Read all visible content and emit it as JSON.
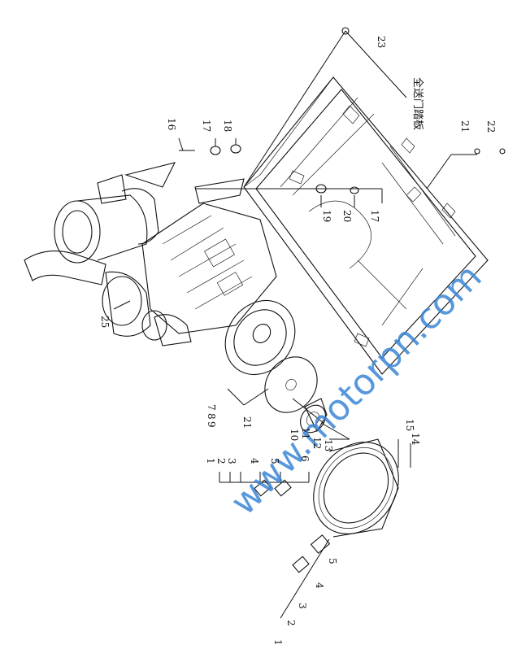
{
  "watermark": "www.motorpn.com",
  "note": "全送门踏板",
  "callouts": {
    "c1a": "1",
    "c2a": "2",
    "c3a": "3",
    "c4a": "4",
    "c5a": "5",
    "c6": "6",
    "c7": "7",
    "c8": "8",
    "c9": "9",
    "c10": "10",
    "c11": "11",
    "c12": "12",
    "c13": "13",
    "c14": "14",
    "c15": "15",
    "c16": "16",
    "c17": "17",
    "c18": "18",
    "c19": "19",
    "c20": "20",
    "c21a": "21",
    "c21b": "21",
    "c22": "22",
    "c23": "23",
    "c25": "25",
    "c1b": "1",
    "c2b": "2",
    "c3b": "3",
    "c4b": "4",
    "c5b": "5",
    "c17b": "17"
  }
}
